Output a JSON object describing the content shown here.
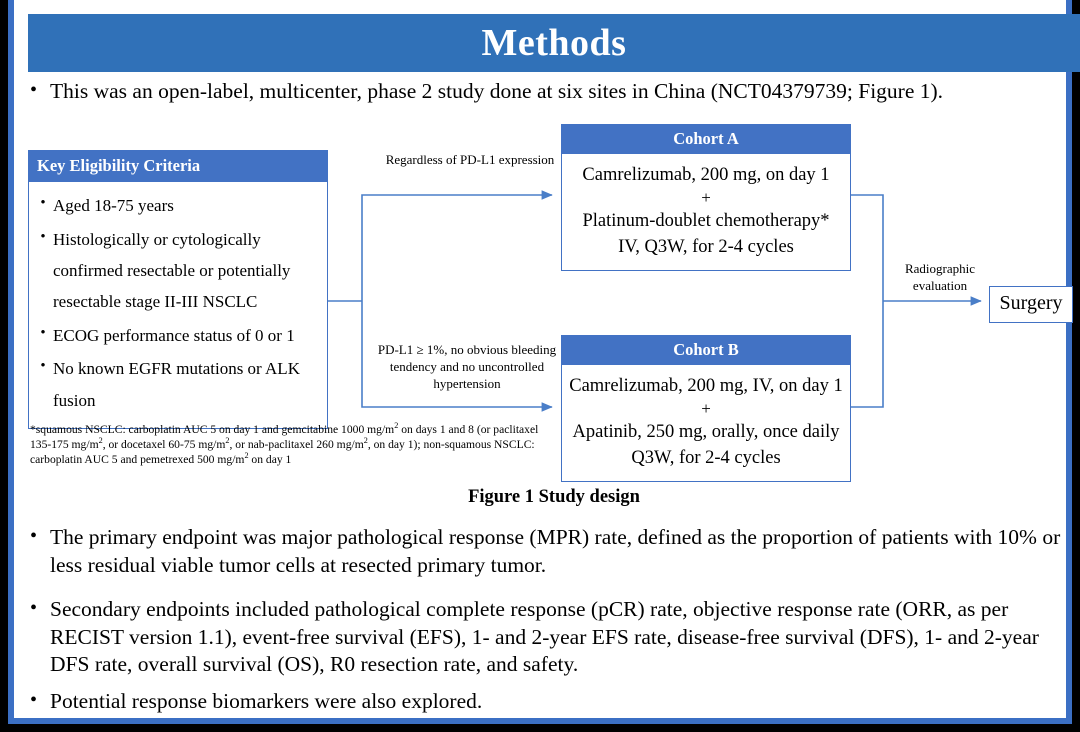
{
  "slide": {
    "title": "Methods",
    "accent_blue": "#3071b8",
    "box_blue": "#4272c4",
    "frame_blue": "#3b6fc4",
    "background": "#ffffff",
    "outer_background": "#000000"
  },
  "bullets": {
    "intro": "This was an open-label, multicenter, phase 2 study done at six sites in China (NCT04379739; Figure 1).",
    "primary": "The primary endpoint was major pathological response (MPR) rate, defined as the proportion of patients with 10% or less residual viable tumor cells at resected primary tumor.",
    "secondary": "Secondary endpoints included pathological complete response (pCR) rate, objective response rate (ORR, as per RECIST version 1.1), event-free survival (EFS), 1- and 2-year EFS rate, disease-free survival (DFS), 1- and 2-year DFS rate, overall survival (OS), R0 resection rate, and safety.",
    "biomarkers": "Potential response biomarkers were also explored.",
    "marker": "•"
  },
  "figure": {
    "caption": "Figure 1 Study design",
    "eligibility": {
      "header": "Key  Eligibility Criteria",
      "marker": "•",
      "items": [
        "Aged 18-75 years",
        "Histologically or cytologically confirmed resectable or potentially resectable stage II-III  NSCLC",
        "ECOG performance status of 0 or 1",
        "No known EGFR mutations or ALK fusion"
      ]
    },
    "footnote_parts": {
      "a": "*squamous NSCLC: carboplatin AUC 5 on day 1 and gemcitabine 1000 mg/m",
      "b": " on days 1 and 8 (or paclitaxel 135-175  mg/m",
      "c": ", or docetaxel 60-75 mg/m",
      "d": ", or nab-paclitaxel 260 mg/m",
      "e": ", on day 1); non-squamous NSCLC: carboplatin AUC 5 and pemetrexed 500 mg/m",
      "f": " on day 1",
      "sup": "2"
    },
    "cohort_a": {
      "header": "Cohort A",
      "line1": "Camrelizumab, 200 mg, on day 1",
      "plus": "+",
      "line2": "Platinum-doublet chemotherapy*",
      "line3": "IV, Q3W, for 2-4 cycles"
    },
    "cohort_b": {
      "header": "Cohort B",
      "line1": "Camrelizumab, 200 mg, IV, on day 1",
      "plus": "+",
      "line2": "Apatinib, 250 mg, orally, once daily",
      "line3": "Q3W, for 2-4 cycles"
    },
    "labels": {
      "regardless": "Regardless  of PD-L1 expression",
      "pdl1": "PD-L1 ≥ 1%, no obvious bleeding tendency and no uncontrolled  hypertension",
      "radiographic": "Radiographic evaluation"
    },
    "surgery": {
      "label": "Surgery"
    }
  }
}
